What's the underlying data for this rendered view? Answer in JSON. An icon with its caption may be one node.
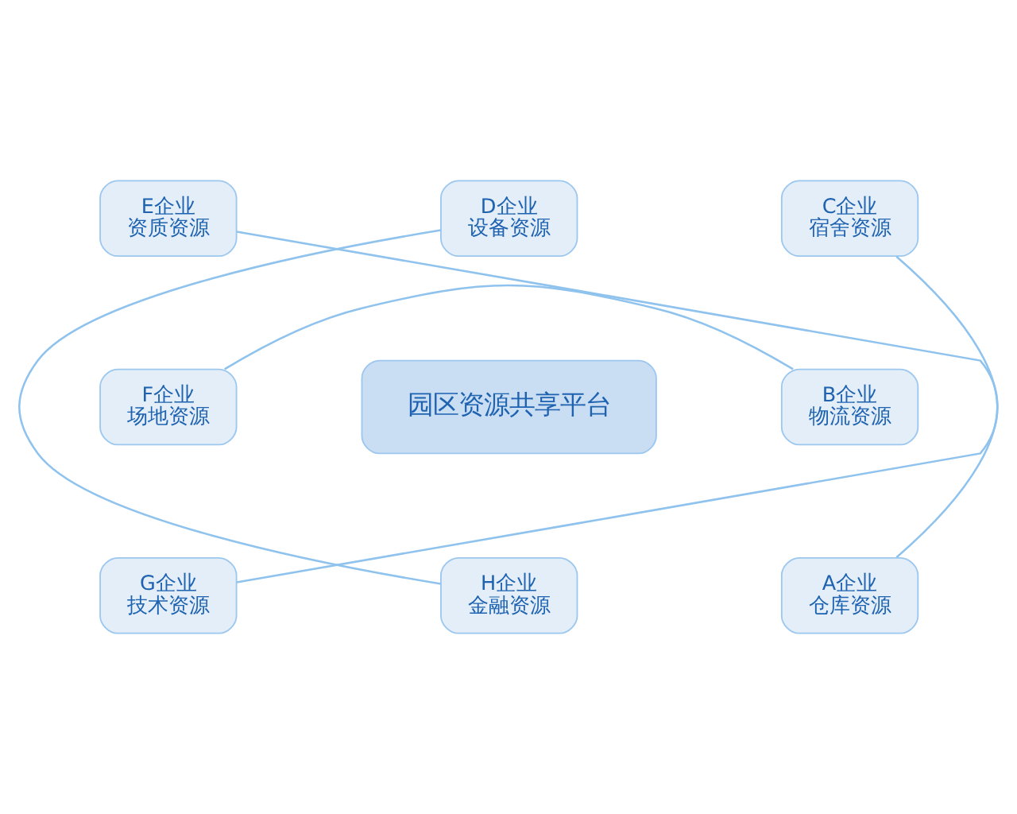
{
  "diagram": {
    "nodes": [
      {
        "text": [
          "D企业",
          "设备资源"
        ]
      },
      {
        "text": [
          "E企业",
          "资质资源"
        ]
      },
      {
        "text": [
          "C企业",
          "宿舍资源"
        ]
      },
      {
        "text": [
          "F企业",
          "场地资源"
        ]
      },
      {
        "text": [
          "园区资源共享平台"
        ]
      },
      {
        "text": [
          "B企业",
          "物流资源"
        ]
      },
      {
        "text": [
          "G企业",
          "技术资源"
        ]
      },
      {
        "text": [
          "H企业",
          "金融资源"
        ]
      },
      {
        "text": [
          "A企业",
          "仓库资源"
        ]
      }
    ],
    "edges": [
      {
        "from": 0,
        "to": 7,
        "arrow": "none"
      },
      {
        "from": 3,
        "to": 5,
        "arrow": "none"
      },
      {
        "from": 1,
        "to": 8,
        "arrow": "none"
      },
      {
        "from": 2,
        "to": 6,
        "arrow": "none"
      }
    ]
  }
}
